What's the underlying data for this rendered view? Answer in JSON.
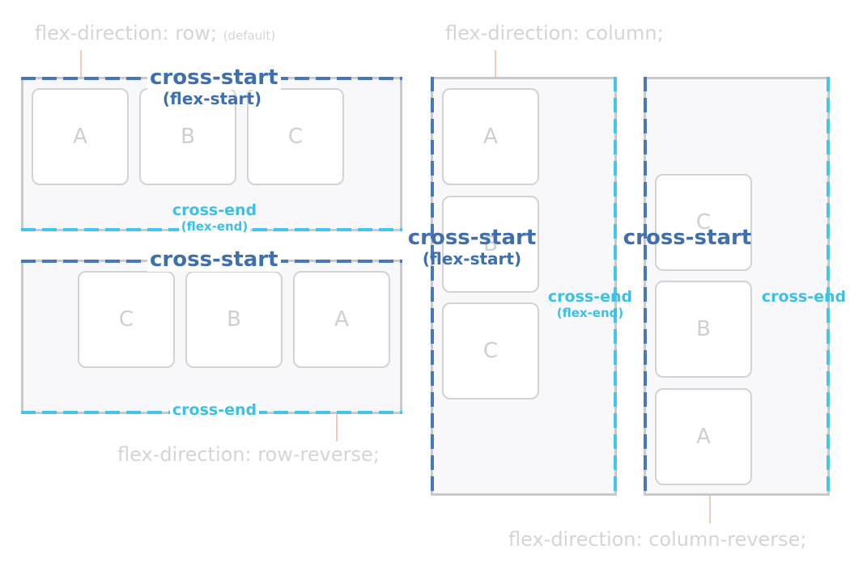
{
  "panels": {
    "row": {
      "caption": "flex-direction: row;",
      "caption_note": "(default)",
      "cross_start": "cross-start",
      "cross_start_alias": "(flex-start)",
      "cross_end": "cross-end",
      "cross_end_alias": "(flex-end)",
      "items": [
        "A",
        "B",
        "C"
      ]
    },
    "row_reverse": {
      "caption": "flex-direction: row-reverse;",
      "cross_start": "cross-start",
      "cross_end": "cross-end",
      "items": [
        "C",
        "B",
        "A"
      ]
    },
    "column": {
      "caption": "flex-direction: column;",
      "cross_start": "cross-start",
      "cross_start_alias": "(flex-start)",
      "cross_end": "cross-end",
      "cross_end_alias": "(flex-end)",
      "items": [
        "A",
        "B",
        "C"
      ]
    },
    "column_reverse": {
      "caption": "flex-direction: column-reverse;",
      "cross_start": "cross-start",
      "cross_end": "cross-end",
      "items": [
        "C",
        "B",
        "A"
      ]
    }
  },
  "colors": {
    "cross_start": "#4878b9",
    "cross_end": "#44c5ea",
    "caption": "#d5d5d5",
    "container_border": "#c9c9c9",
    "container_fill": "#f8f8fa",
    "item_border": "#d3d3d3"
  }
}
